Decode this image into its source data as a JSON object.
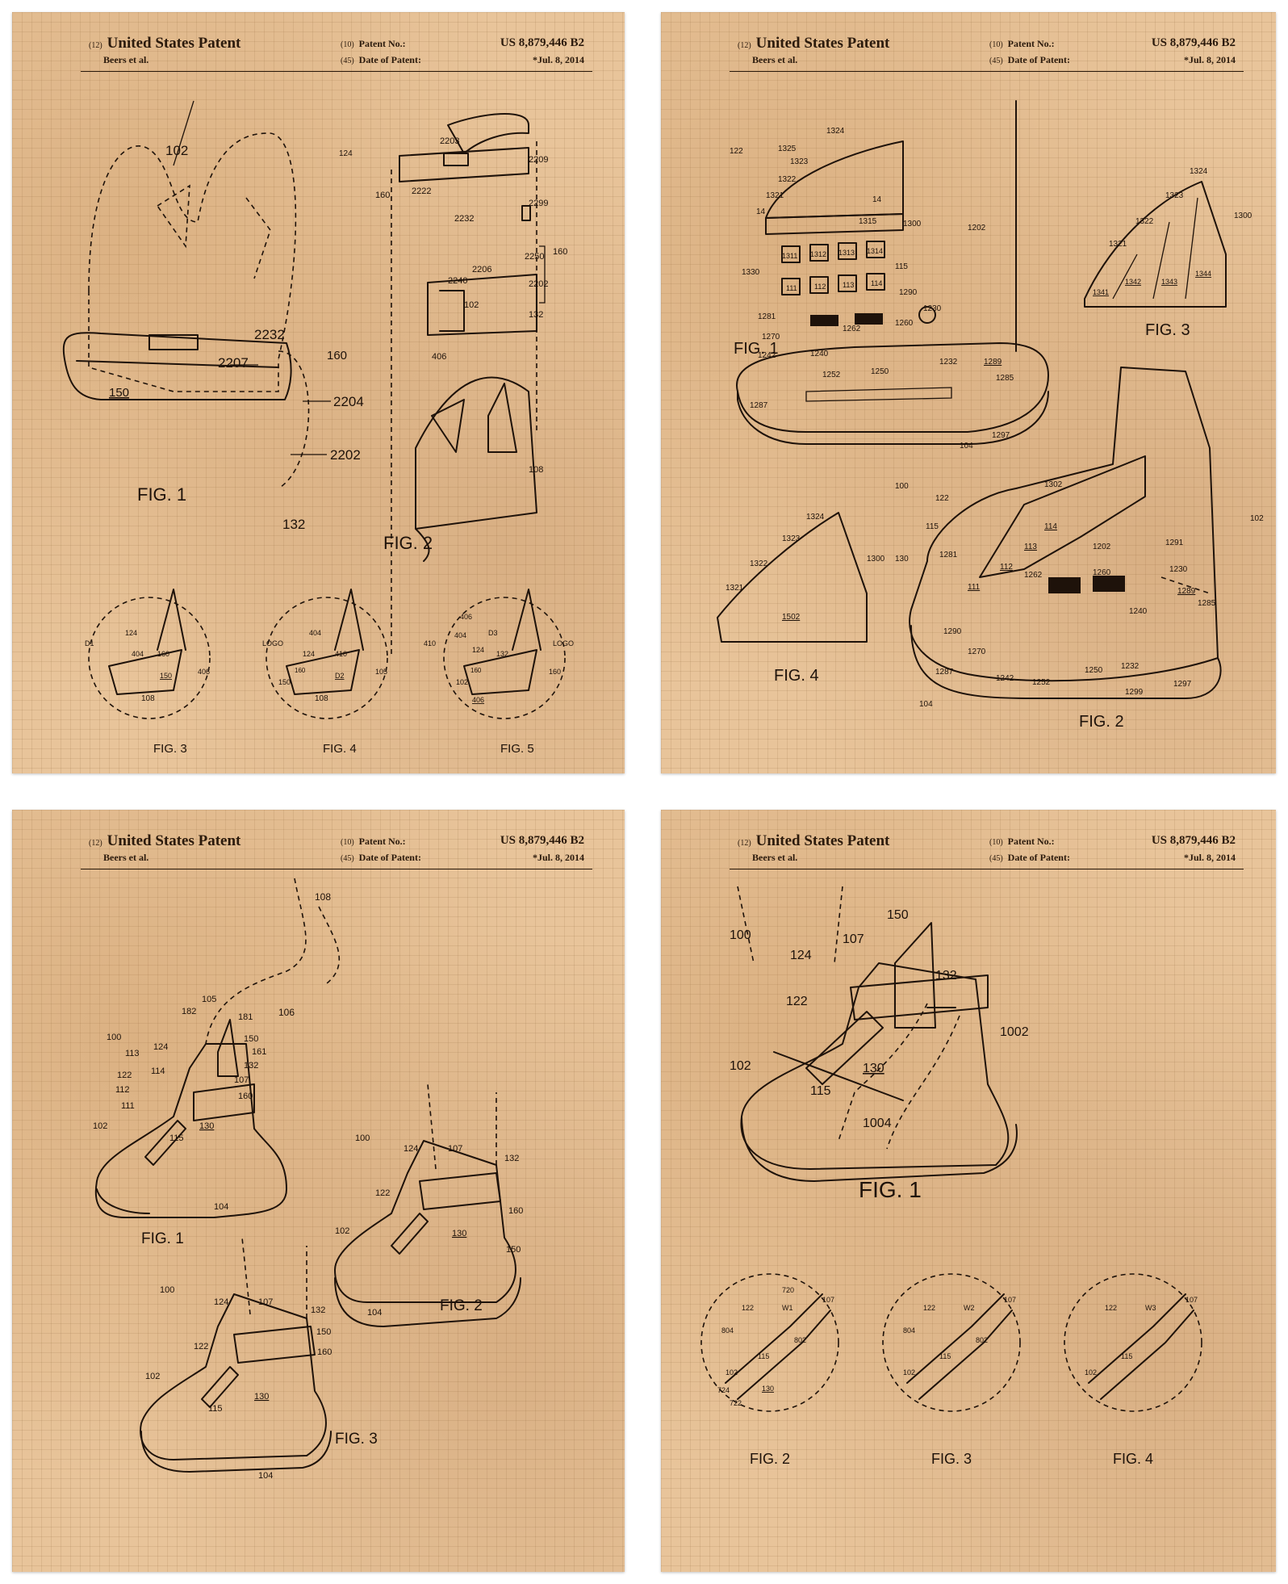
{
  "patent": {
    "code_title": "(12)",
    "title": "United States Patent",
    "inventors": "Beers et al.",
    "code_number": "(10)",
    "number_label": "Patent No.:",
    "number": "US 8,879,446 B2",
    "code_date": "(45)",
    "date_label": "Date of Patent:",
    "date": "*Jul. 8, 2014"
  },
  "sheets": [
    {
      "figures": [
        "FIG. 1",
        "FIG. 2",
        "FIG. 3",
        "FIG. 4",
        "FIG. 5"
      ],
      "refs": [
        "102",
        "124",
        "150",
        "160",
        "2207",
        "2232",
        "2204",
        "2202",
        "132",
        "2203",
        "2209",
        "2222",
        "2299",
        "2232",
        "2250",
        "2206",
        "2240",
        "2202",
        "102",
        "132",
        "406",
        "108",
        "404",
        "124",
        "160",
        "D1",
        "406",
        "108",
        "404",
        "124",
        "410",
        "LOGO",
        "150",
        "160",
        "D2",
        "105",
        "108",
        "406",
        "D3",
        "404",
        "124",
        "132",
        "410",
        "LOGO",
        "102",
        "160",
        "150"
      ]
    },
    {
      "figures": [
        "FIG. 1",
        "FIG. 3",
        "FIG. 4",
        "FIG. 2"
      ],
      "refs": [
        "122",
        "1325",
        "1324",
        "1323",
        "1322",
        "1321",
        "14",
        "14",
        "1315",
        "1300",
        "1202",
        "1311",
        "1312",
        "1313",
        "1314",
        "1330",
        "115",
        "111",
        "112",
        "113",
        "114",
        "1290",
        "1281",
        "1270",
        "1242",
        "1240",
        "1262",
        "1260",
        "1230",
        "1252",
        "1250",
        "1232",
        "1289",
        "1285",
        "1287",
        "104",
        "1297",
        "1324",
        "1323",
        "1322",
        "1321",
        "1300",
        "1341",
        "1342",
        "1343",
        "1344",
        "1324",
        "1323",
        "1322",
        "1321",
        "1300",
        "1502",
        "100",
        "122",
        "115",
        "1302",
        "114",
        "113",
        "112",
        "111",
        "102",
        "1202",
        "1291",
        "130",
        "1281",
        "1262",
        "1260",
        "1230",
        "1289",
        "1285",
        "1290",
        "1240",
        "1270",
        "1287",
        "1242",
        "1252",
        "1250",
        "1232",
        "1299",
        "1297",
        "104"
      ]
    },
    {
      "figures": [
        "FIG. 1",
        "FIG. 2",
        "FIG. 3"
      ],
      "refs": [
        "108",
        "106",
        "182",
        "105",
        "181",
        "100",
        "113",
        "124",
        "150",
        "161",
        "132",
        "122",
        "114",
        "107",
        "112",
        "111",
        "160",
        "102",
        "115",
        "130",
        "104",
        "100",
        "124",
        "107",
        "132",
        "122",
        "160",
        "102",
        "130",
        "150",
        "104",
        "100",
        "124",
        "107",
        "132",
        "122",
        "150",
        "160",
        "102",
        "115",
        "130",
        "104"
      ]
    },
    {
      "figures": [
        "FIG. 1",
        "FIG. 2",
        "FIG. 3",
        "FIG. 4"
      ],
      "refs": [
        "150",
        "100",
        "124",
        "107",
        "132",
        "122",
        "1002",
        "102",
        "130",
        "115",
        "1004",
        "720",
        "107",
        "122",
        "W1",
        "804",
        "802",
        "115",
        "102",
        "724",
        "722",
        "130",
        "107",
        "122",
        "W2",
        "804",
        "802",
        "102",
        "115",
        "107",
        "122",
        "W3",
        "102",
        "115"
      ]
    }
  ],
  "colors": {
    "paper": "#e8c49a",
    "ink": "#1e120a",
    "grid": "#b48a5e"
  }
}
